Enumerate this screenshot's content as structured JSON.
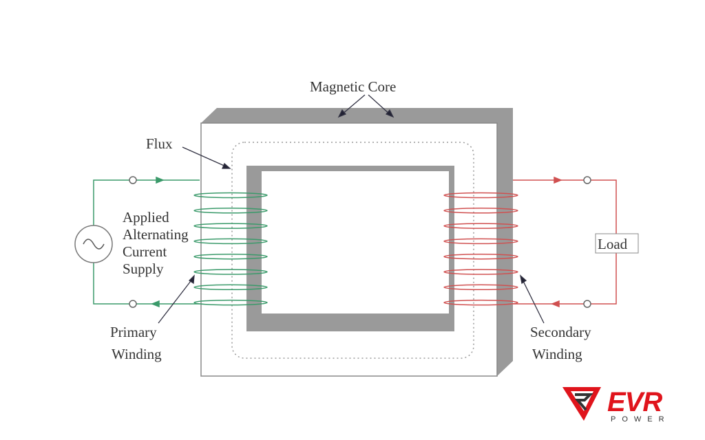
{
  "title": "Transformer diagram",
  "labels": {
    "magnetic_core": "Magnetic Core",
    "flux": "Flux",
    "supply": [
      "Applied",
      "Alternating",
      "Current",
      "Supply"
    ],
    "primary": [
      "Primary",
      "Winding"
    ],
    "secondary": [
      "Secondary",
      "Winding"
    ],
    "load": "Load"
  },
  "logo": {
    "brand": "EVR",
    "sub": "POWER"
  },
  "colors": {
    "primary": "#3a9a6a",
    "secondary": "#d05050",
    "core": "#9a9a9a",
    "logo": "#e0141c"
  }
}
